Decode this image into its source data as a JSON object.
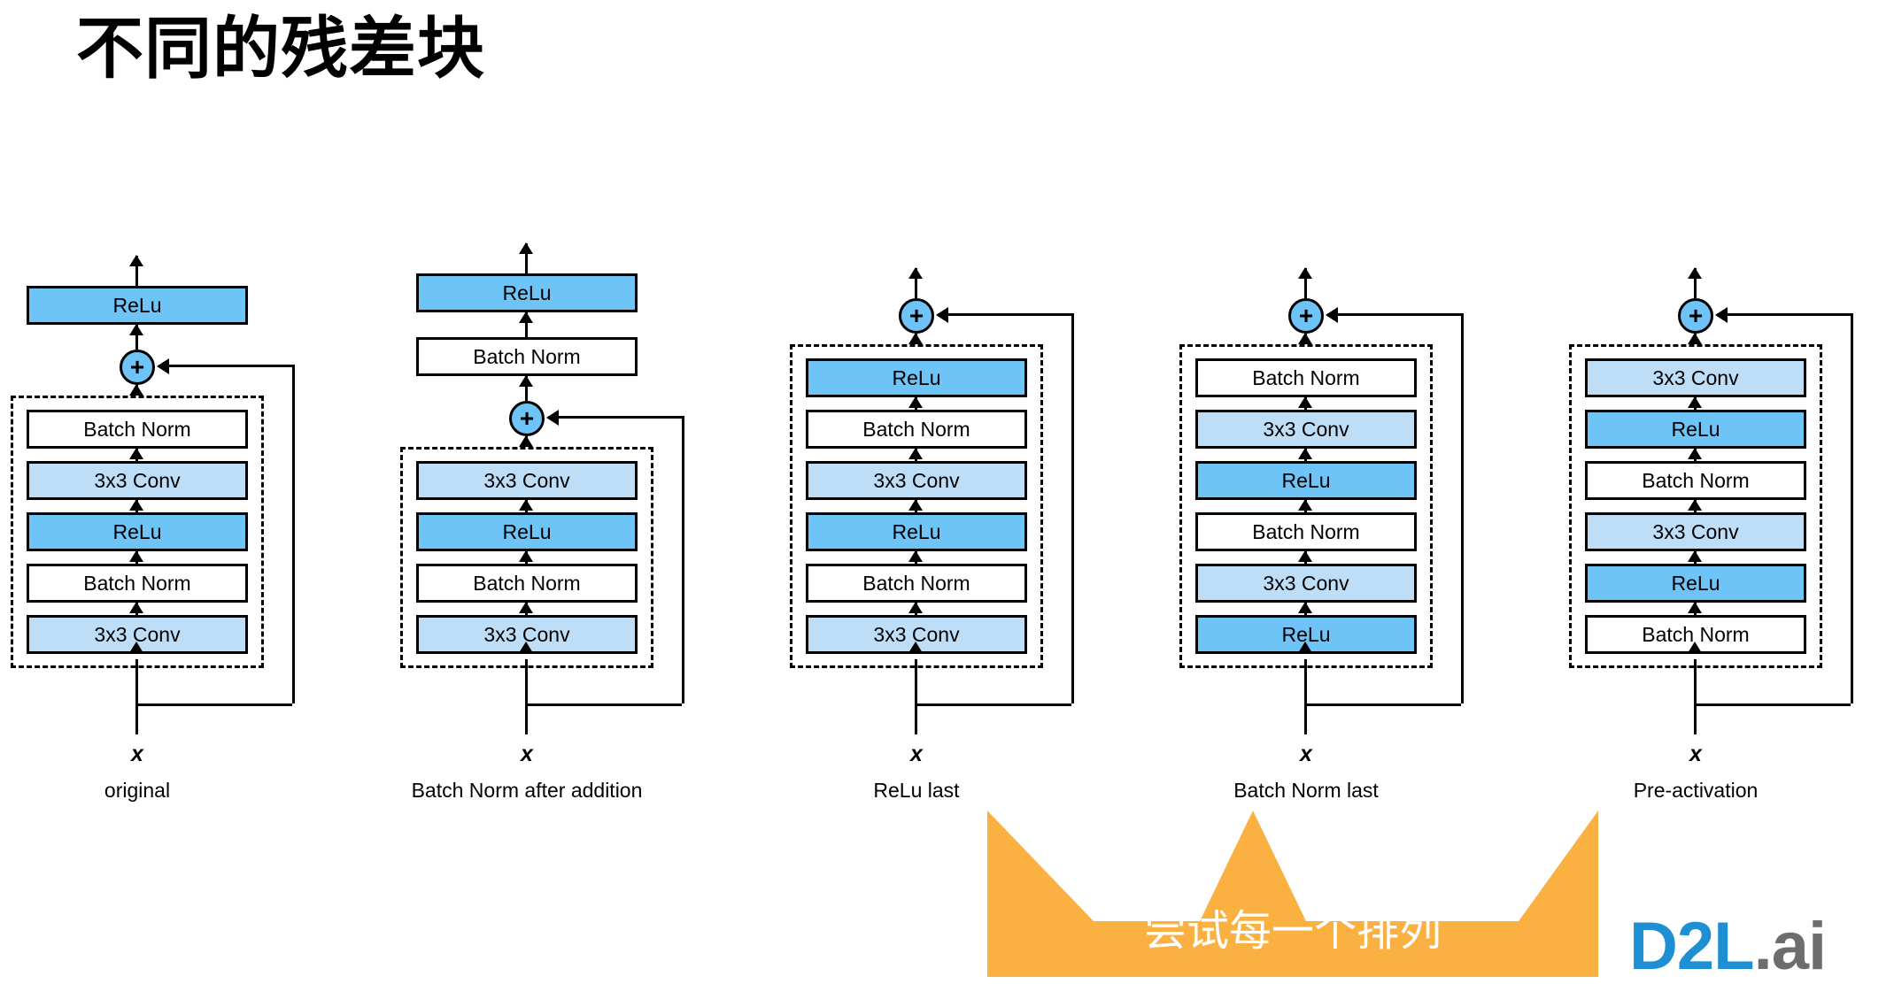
{
  "slide": {
    "title": "不同的残差块",
    "banner_text": "尝试每一个排列",
    "logo_primary": "D2L",
    "logo_secondary": ".ai",
    "input_symbol": "x",
    "plus_symbol": "+"
  },
  "colors": {
    "relu": "#6ec3f7",
    "conv": "#bedef8",
    "batchnorm": "#ffffff",
    "outline": "#000000",
    "banner": "#f9b council",
    "banner_fill": "#fbb042",
    "logo_blue": "#1f8fd4",
    "logo_gray": "#6d6d6d"
  },
  "diagram": {
    "type": "residual-block-variants",
    "columns": [
      {
        "caption": "original",
        "outside_after": [
          {
            "label": "ReLu",
            "kind": "relu"
          }
        ],
        "inside": [
          {
            "label": "Batch Norm",
            "kind": "bn"
          },
          {
            "label": "3x3 Conv",
            "kind": "conv"
          },
          {
            "label": "ReLu",
            "kind": "relu"
          },
          {
            "label": "Batch Norm",
            "kind": "bn"
          },
          {
            "label": "3x3 Conv",
            "kind": "conv"
          }
        ]
      },
      {
        "caption": "Batch Norm after addition",
        "outside_after": [
          {
            "label": "ReLu",
            "kind": "relu"
          },
          {
            "label": "Batch Norm",
            "kind": "bn"
          }
        ],
        "inside": [
          {
            "label": "3x3 Conv",
            "kind": "conv"
          },
          {
            "label": "ReLu",
            "kind": "relu"
          },
          {
            "label": "Batch Norm",
            "kind": "bn"
          },
          {
            "label": "3x3 Conv",
            "kind": "conv"
          }
        ]
      },
      {
        "caption": "ReLu last",
        "outside_after": [],
        "inside": [
          {
            "label": "ReLu",
            "kind": "relu"
          },
          {
            "label": "Batch Norm",
            "kind": "bn"
          },
          {
            "label": "3x3 Conv",
            "kind": "conv"
          },
          {
            "label": "ReLu",
            "kind": "relu"
          },
          {
            "label": "Batch Norm",
            "kind": "bn"
          },
          {
            "label": "3x3 Conv",
            "kind": "conv"
          }
        ]
      },
      {
        "caption": "Batch Norm last",
        "outside_after": [],
        "inside": [
          {
            "label": "Batch Norm",
            "kind": "bn"
          },
          {
            "label": "3x3 Conv",
            "kind": "conv"
          },
          {
            "label": "ReLu",
            "kind": "relu"
          },
          {
            "label": "Batch Norm",
            "kind": "bn"
          },
          {
            "label": "3x3 Conv",
            "kind": "conv"
          },
          {
            "label": "ReLu",
            "kind": "relu"
          }
        ]
      },
      {
        "caption": "Pre-activation",
        "outside_after": [],
        "inside": [
          {
            "label": "3x3 Conv",
            "kind": "conv"
          },
          {
            "label": "ReLu",
            "kind": "relu"
          },
          {
            "label": "Batch Norm",
            "kind": "bn"
          },
          {
            "label": "3x3 Conv",
            "kind": "conv"
          },
          {
            "label": "ReLu",
            "kind": "relu"
          },
          {
            "label": "Batch Norm",
            "kind": "bn"
          }
        ]
      }
    ]
  }
}
